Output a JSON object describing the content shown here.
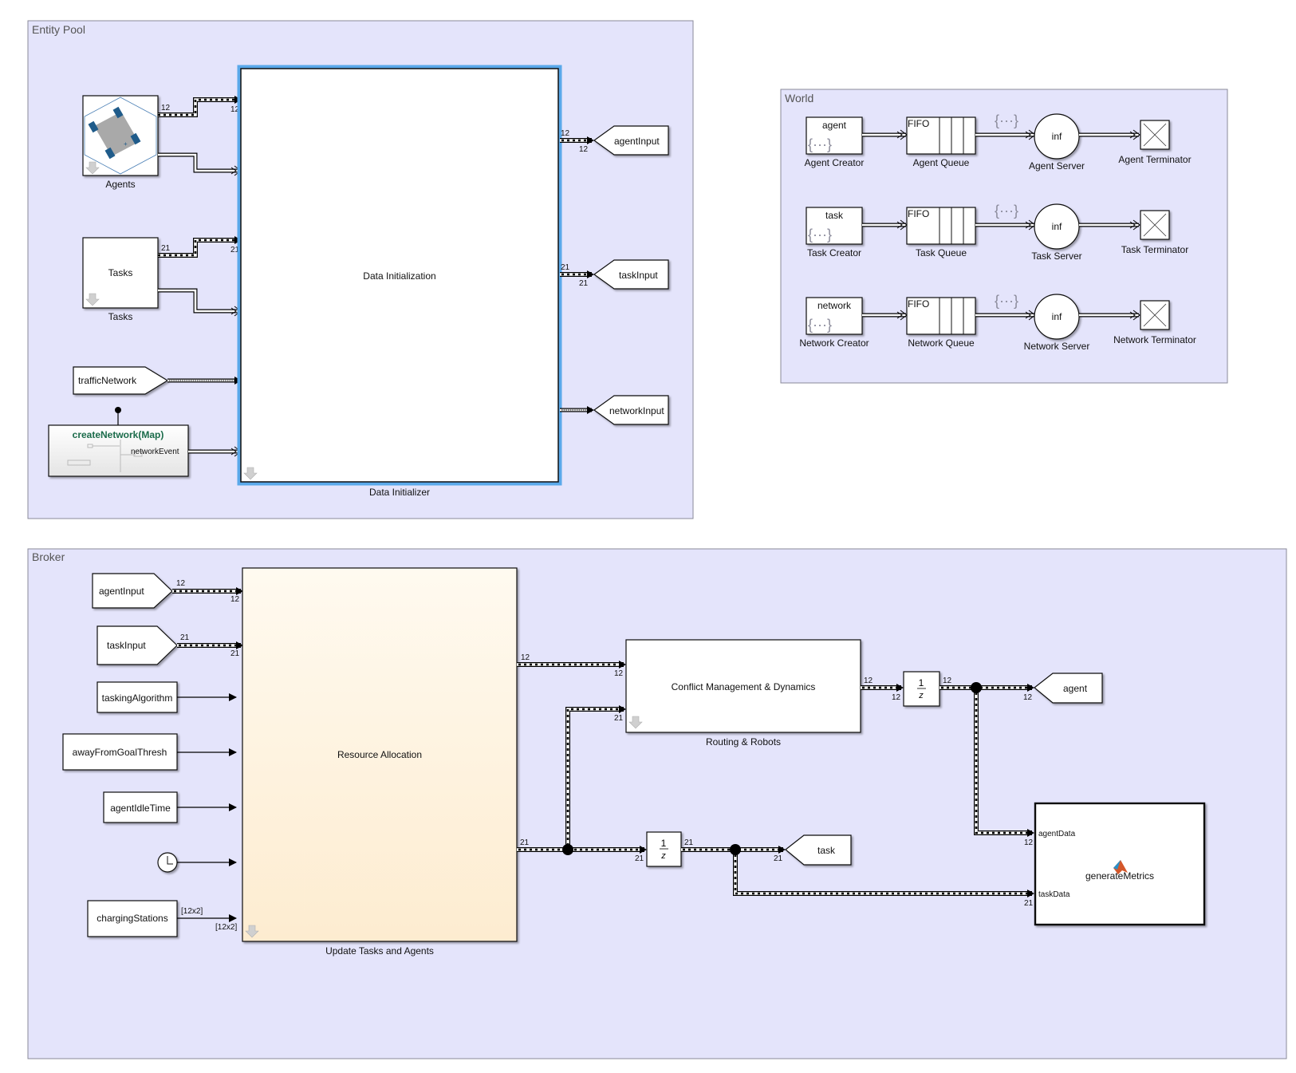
{
  "areas": {
    "entity_pool": "Entity Pool",
    "world": "World",
    "broker": "Broker"
  },
  "entity_pool": {
    "agents_block": {
      "label": "Agents",
      "out_dim": "12",
      "in_dim": "12"
    },
    "tasks_block": {
      "title": "Tasks",
      "label": "Tasks",
      "out_dim": "21",
      "in_dim": "21"
    },
    "traffic_network_from": "trafficNetwork",
    "create_network": {
      "title": "createNetwork(Map)",
      "port": "networkEvent"
    },
    "data_initializer": {
      "title": "Data Initialization",
      "label": "Data Initializer"
    },
    "outputs": [
      {
        "name": "agentInput",
        "dim_top": "12",
        "dim_bottom": "12"
      },
      {
        "name": "taskInput",
        "dim_top": "21",
        "dim_bottom": "21"
      },
      {
        "name": "networkInput",
        "dim_top": "",
        "dim_bottom": ""
      }
    ]
  },
  "world": {
    "rows": [
      {
        "creator_text": "agent",
        "creator": "Agent Creator",
        "queue_text": "FIFO",
        "queue": "Agent Queue",
        "server_text": "inf",
        "server": "Agent Server",
        "terminator": "Agent Terminator"
      },
      {
        "creator_text": "task",
        "creator": "Task Creator",
        "queue_text": "FIFO",
        "queue": "Task Queue",
        "server_text": "inf",
        "server": "Task Server",
        "terminator": "Task Terminator"
      },
      {
        "creator_text": "network",
        "creator": "Network Creator",
        "queue_text": "FIFO",
        "queue": "Network Queue",
        "server_text": "inf",
        "server": "Network Server",
        "terminator": "Network Terminator"
      }
    ],
    "brace_glyph": "{···}"
  },
  "broker": {
    "inputs": [
      {
        "name": "agentInput",
        "dim_top": "12",
        "dim_bottom": "12"
      },
      {
        "name": "taskInput",
        "dim_top": "21",
        "dim_bottom": "21"
      },
      {
        "name": "taskingAlgorithm"
      },
      {
        "name": "awayFromGoalThresh"
      },
      {
        "name": "agentIdleTime"
      },
      {
        "name": "clock"
      },
      {
        "name": "chargingStations",
        "dim_top": "[12x2]",
        "dim_bottom": "[12x2]"
      }
    ],
    "resource_allocation": {
      "title": "Resource Allocation",
      "label": "Update Tasks and Agents",
      "out1_dim": "12",
      "out2_dim": "21"
    },
    "routing": {
      "title": "Conflict Management & Dynamics",
      "label": "Routing & Robots",
      "in1_dim": "12",
      "in2_dim": "21",
      "out_dim": "12"
    },
    "delay_agent": {
      "num": "1",
      "den": "z",
      "in_dim": "12",
      "out_dim": "12"
    },
    "delay_task": {
      "num": "1",
      "den": "z",
      "in_dim": "21",
      "out_dim": "21"
    },
    "goto_agent": {
      "name": "agent",
      "dim": "12"
    },
    "goto_task": {
      "name": "task",
      "dim": "21"
    },
    "metrics": {
      "title": "generateMetrics",
      "port1": "agentData",
      "port2": "taskData",
      "dim1": "12",
      "dim2": "21"
    }
  }
}
